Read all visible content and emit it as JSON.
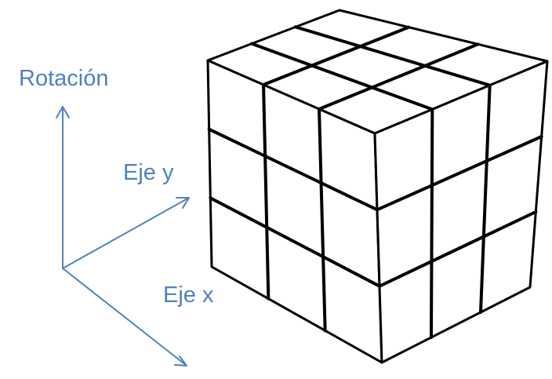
{
  "labels": {
    "rotation": "Rotación",
    "y_axis": "Eje y",
    "x_axis": "Eje x"
  },
  "colors": {
    "axis": "#4f81bd",
    "cube_edge": "#000000",
    "cube_face": "#ffffff"
  },
  "cube": {
    "grid": "3x3x3"
  }
}
